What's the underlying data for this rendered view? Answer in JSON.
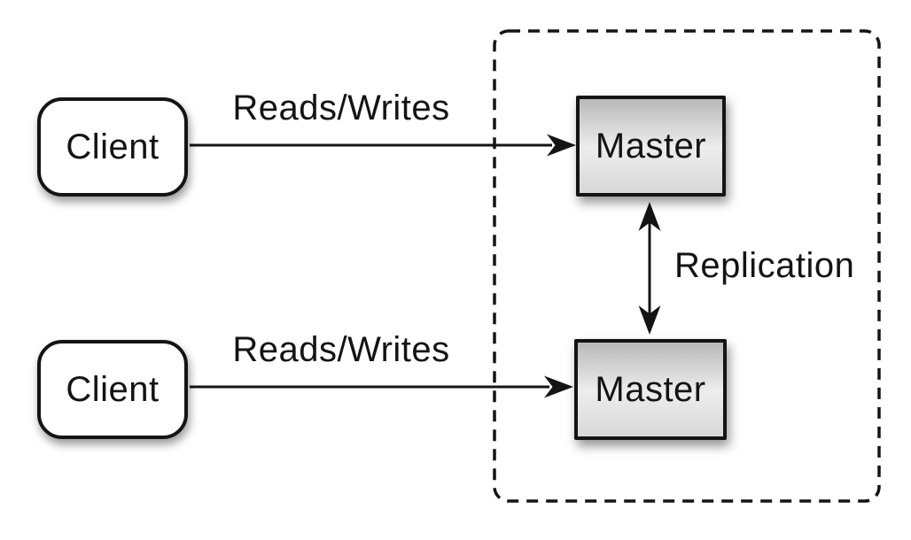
{
  "diagram": {
    "background_color": "#ffffff",
    "line_color": "#141414",
    "nodes": {
      "client_top": {
        "label": "Client",
        "shape": "rounded-rectangle",
        "fill": "#ffffff"
      },
      "client_bottom": {
        "label": "Client",
        "shape": "rounded-rectangle",
        "fill": "#ffffff"
      },
      "master_top": {
        "label": "Master",
        "shape": "rectangle",
        "fill_gradient": [
          "#b9b9b9",
          "#ededed",
          "#d8d8d8"
        ]
      },
      "master_bottom": {
        "label": "Master",
        "shape": "rectangle",
        "fill_gradient": [
          "#b9b9b9",
          "#ededed",
          "#d8d8d8"
        ]
      }
    },
    "edges": [
      {
        "from": "client_top",
        "to": "master_top",
        "label": "Reads/Writes",
        "direction": "one-way"
      },
      {
        "from": "client_bottom",
        "to": "master_bottom",
        "label": "Reads/Writes",
        "direction": "one-way"
      },
      {
        "from": "master_top",
        "to": "master_bottom",
        "label": "Replication",
        "direction": "two-way"
      }
    ],
    "boundary": {
      "style": "dashed-rounded-rectangle",
      "encloses": [
        "master_top",
        "master_bottom"
      ]
    }
  }
}
